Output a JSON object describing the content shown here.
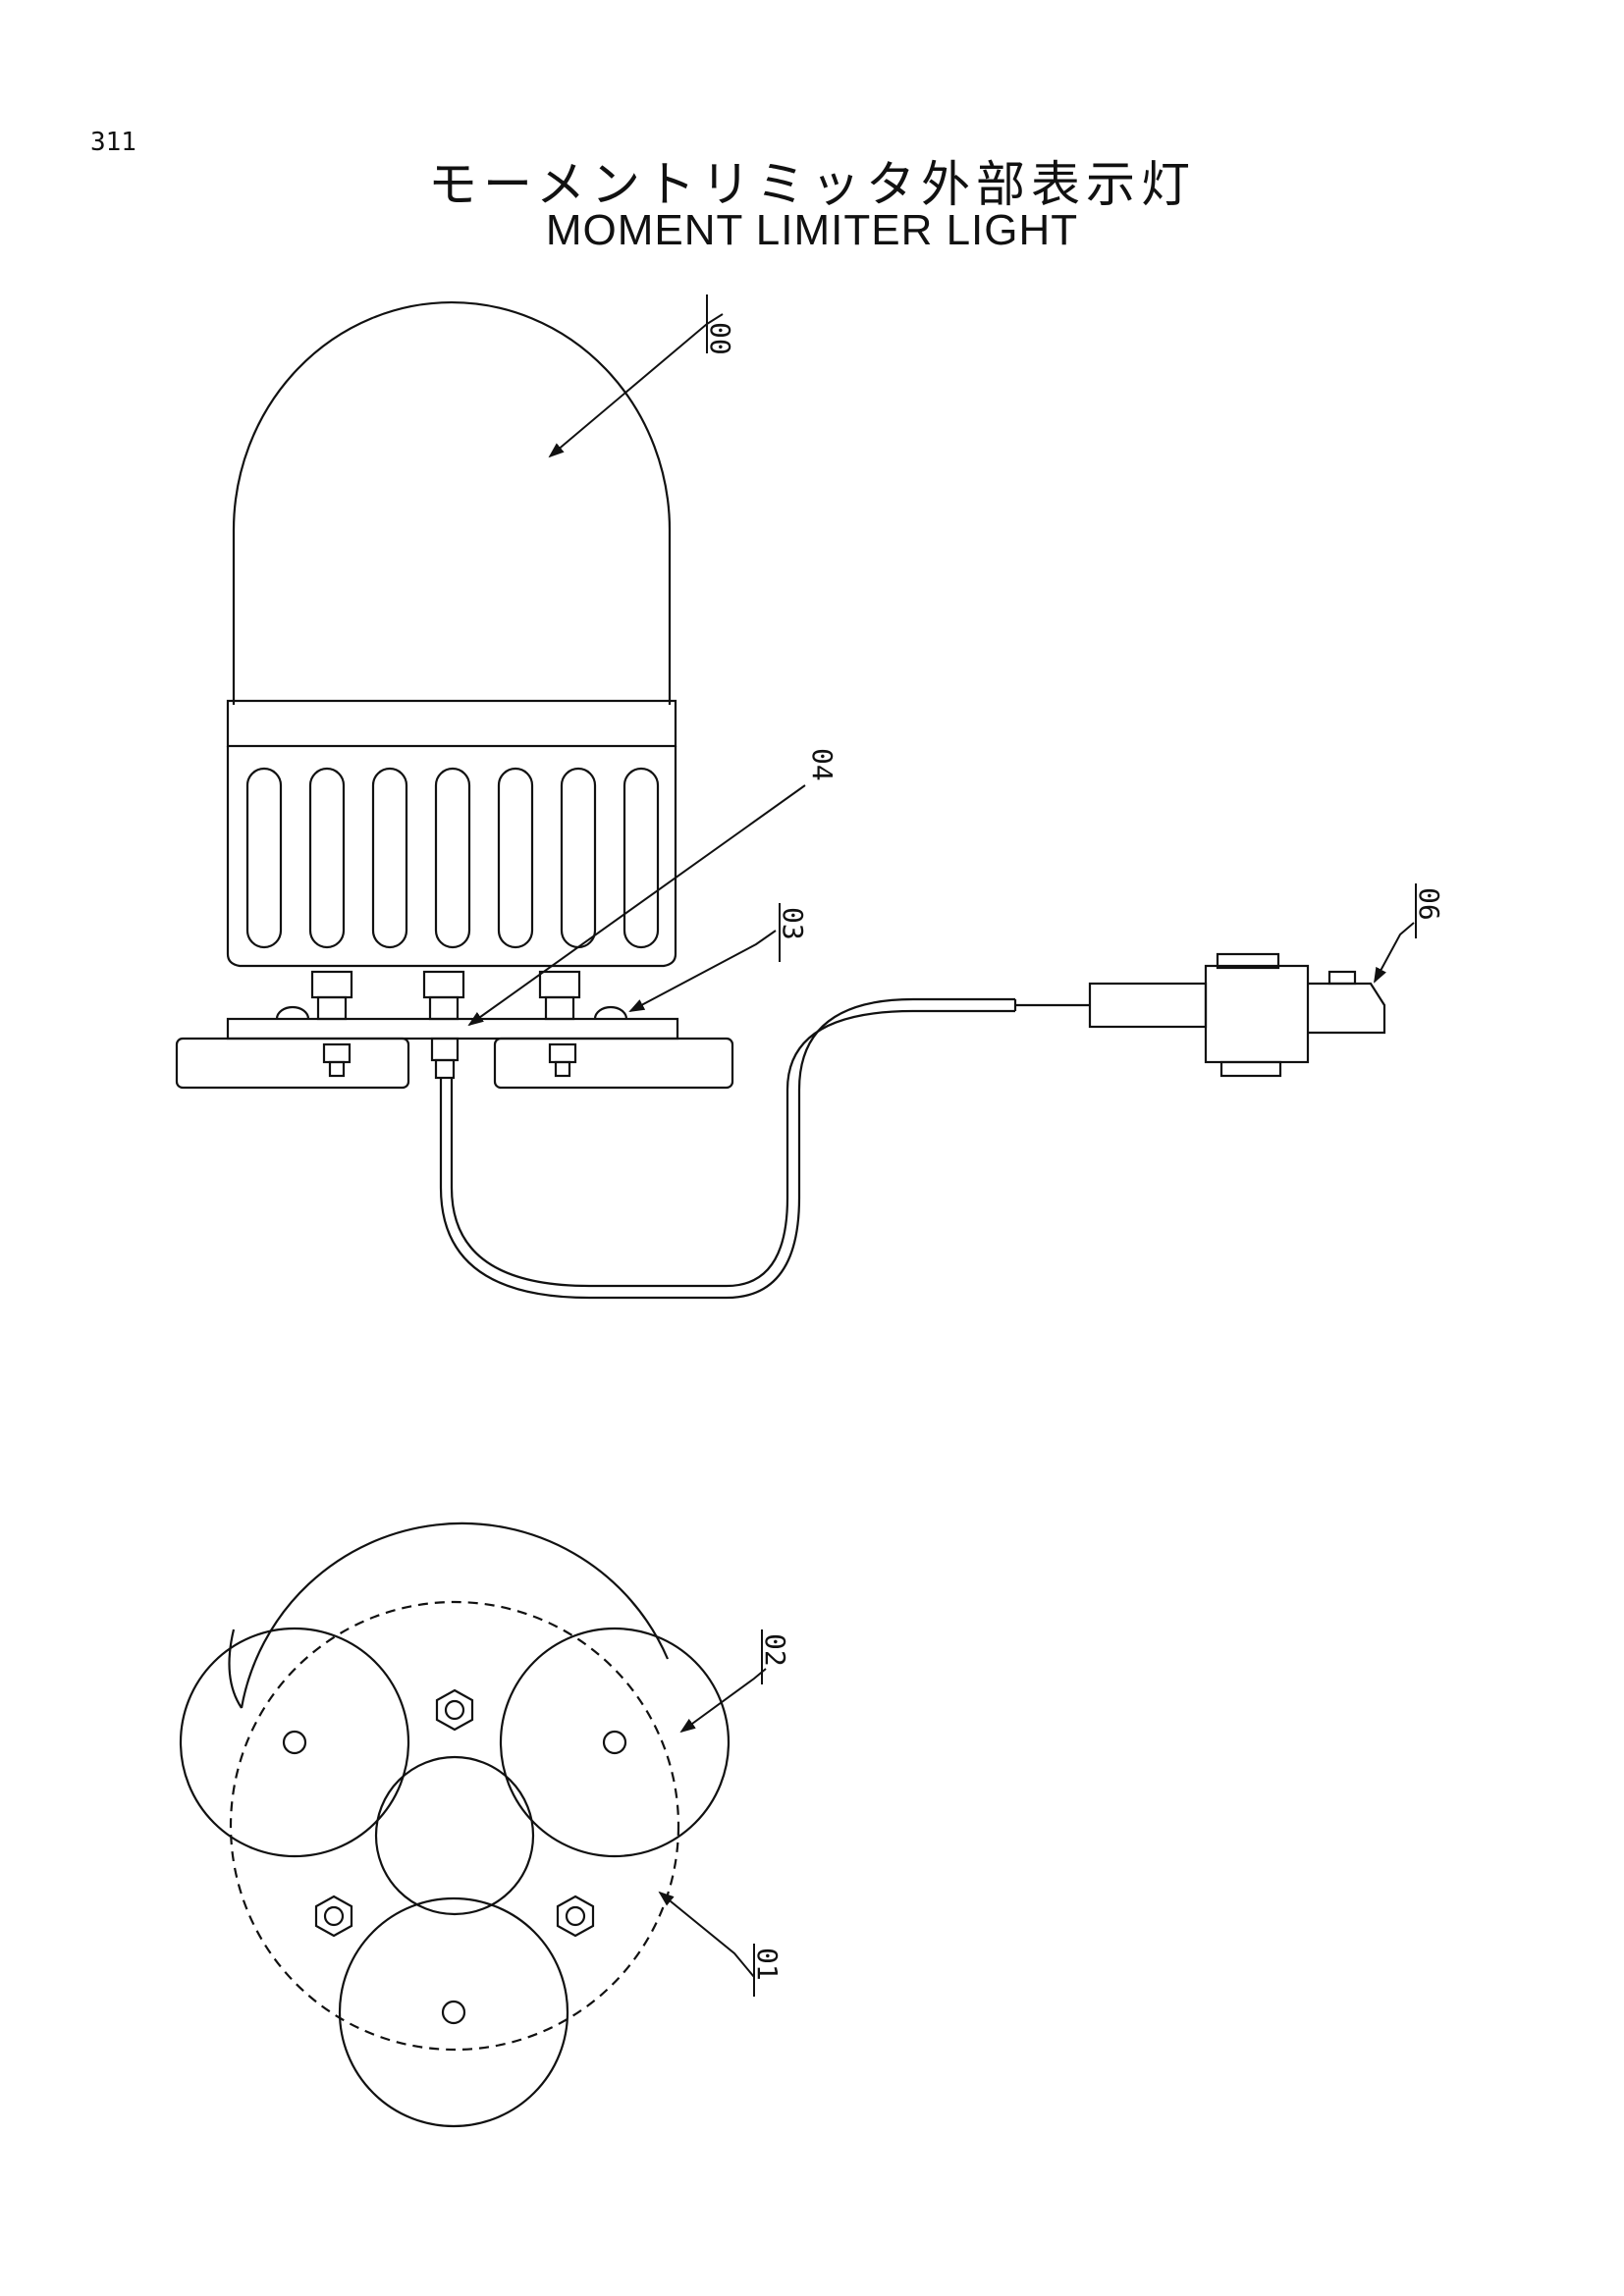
{
  "page_number": "311",
  "title_jp": "モーメントリミッタ外部表示灯",
  "title_en": "MOMENT  LIMITER  LIGHT",
  "callouts": {
    "c00": "00",
    "c01": "01",
    "c02": "02",
    "c03": "03",
    "c04": "04",
    "c06": "06"
  }
}
